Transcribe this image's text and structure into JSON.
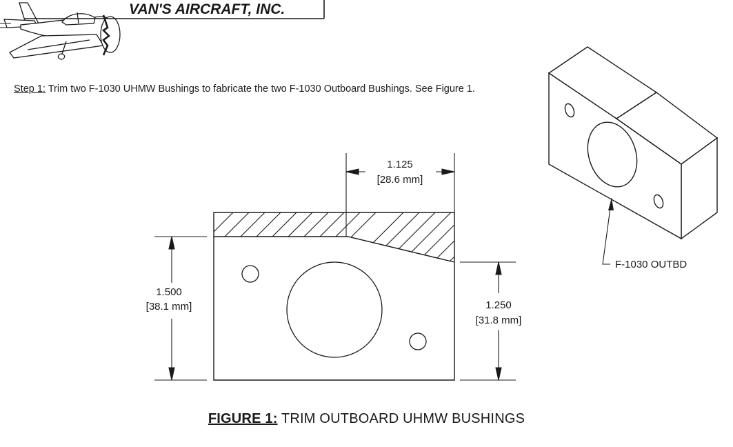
{
  "header": {
    "company": "VAN'S AIRCRAFT, INC."
  },
  "step": {
    "label": "Step 1:",
    "text": " Trim two F-1030 UHMW Bushings to fabricate the two F-1030 Outboard Bushings. See Figure 1."
  },
  "dimensions": {
    "top_in": "1.125",
    "top_mm": "[28.6 mm]",
    "left_in": "1.500",
    "left_mm": "[38.1 mm]",
    "right_in": "1.250",
    "right_mm": "[31.8 mm]"
  },
  "iso_callout": "F-1030 OUTBD",
  "figure": {
    "label": "FIGURE 1:",
    "title": " TRIM OUTBOARD UHMW BUSHINGS"
  }
}
